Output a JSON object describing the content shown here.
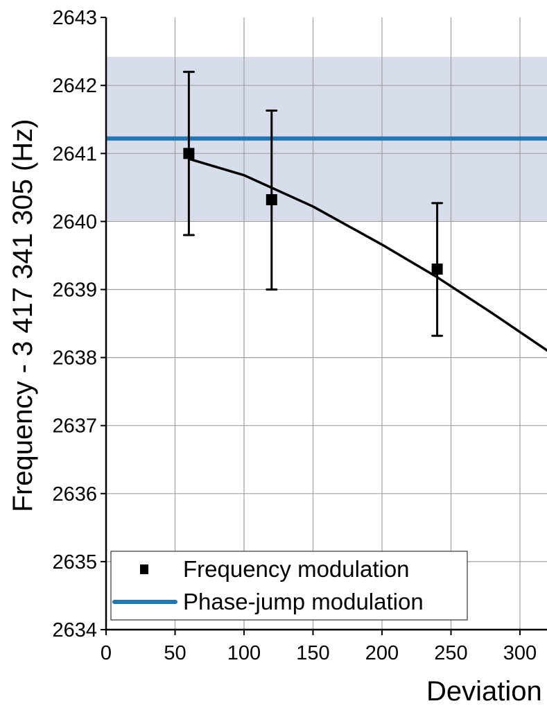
{
  "chart_data": {
    "type": "scatter",
    "title": "",
    "xlabel": "Deviation",
    "ylabel": "Frequency - 3 417 341 305 (Hz)",
    "xlim": [
      0,
      320
    ],
    "ylim": [
      2634,
      2643
    ],
    "x_ticks": [
      0,
      50,
      100,
      150,
      200,
      250,
      300
    ],
    "y_ticks": [
      2634,
      2635,
      2636,
      2637,
      2638,
      2639,
      2640,
      2641,
      2642,
      2643
    ],
    "grid": true,
    "legend_position": "lower left",
    "series": [
      {
        "name": "Frequency modulation",
        "kind": "scatter-errorbar",
        "marker": "square",
        "color": "#000000",
        "points": [
          {
            "x": 60,
            "y": 2641.0,
            "err_low": 2639.8,
            "err_high": 2642.2
          },
          {
            "x": 120,
            "y": 2640.32,
            "err_low": 2639.0,
            "err_high": 2641.63
          },
          {
            "x": 240,
            "y": 2639.3,
            "err_low": 2638.32,
            "err_high": 2640.27
          }
        ]
      },
      {
        "name": "Phase-jump modulation",
        "kind": "hline",
        "color": "#1f77b4",
        "y": 2641.22,
        "band": {
          "low": 2640.01,
          "high": 2642.42,
          "color": "#d8ddec"
        }
      },
      {
        "name": "fit",
        "kind": "line",
        "color": "#000000",
        "x": [
          60,
          100,
          150,
          200,
          240,
          280,
          320
        ],
        "y": [
          2640.92,
          2640.68,
          2640.22,
          2639.66,
          2639.18,
          2638.65,
          2638.1
        ]
      }
    ]
  },
  "legend": {
    "items": [
      {
        "label": "Frequency modulation"
      },
      {
        "label": "Phase-jump modulation"
      }
    ]
  }
}
